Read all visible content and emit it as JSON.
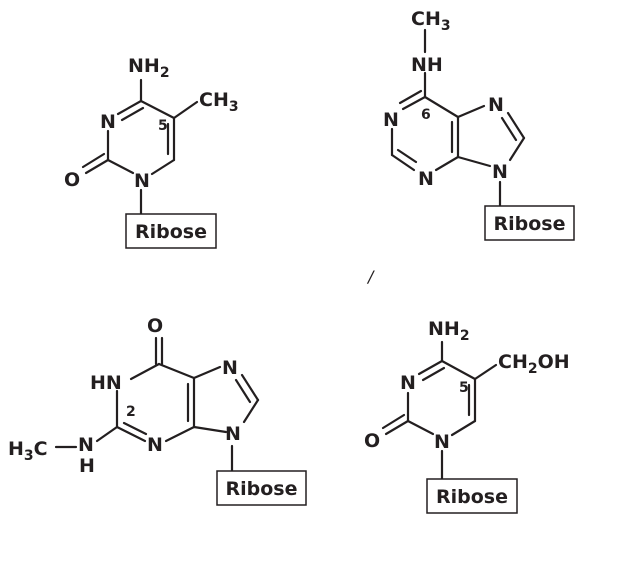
{
  "molecules": {
    "m5c": {
      "nh": "NH",
      "nh_sub": "2",
      "methyl": "CH",
      "methyl_sub": "3",
      "n3": "N",
      "n1": "N",
      "o": "O",
      "pos": "5",
      "ribose": "Ribose"
    },
    "m6a": {
      "methyl": "CH",
      "methyl_sub": "3",
      "nh": "NH",
      "n1": "N",
      "n3": "N",
      "n7": "N",
      "n9": "N",
      "pos": "6",
      "ribose": "Ribose"
    },
    "m2g": {
      "o": "O",
      "hn": "HN",
      "n7": "N",
      "n9": "N",
      "n3": "N",
      "nh_n": "N",
      "nh_h": "H",
      "h3c_h": "H",
      "h3c_sub": "3",
      "h3c_c": "C",
      "pos": "2",
      "ribose": "Ribose"
    },
    "hm5c": {
      "nh": "NH",
      "nh_sub": "2",
      "ch2oh_a": "CH",
      "ch2oh_sub": "2",
      "ch2oh_b": "OH",
      "n3": "N",
      "n1": "N",
      "o": "O",
      "pos": "5",
      "ribose": "Ribose"
    }
  },
  "stray_mark": "/"
}
